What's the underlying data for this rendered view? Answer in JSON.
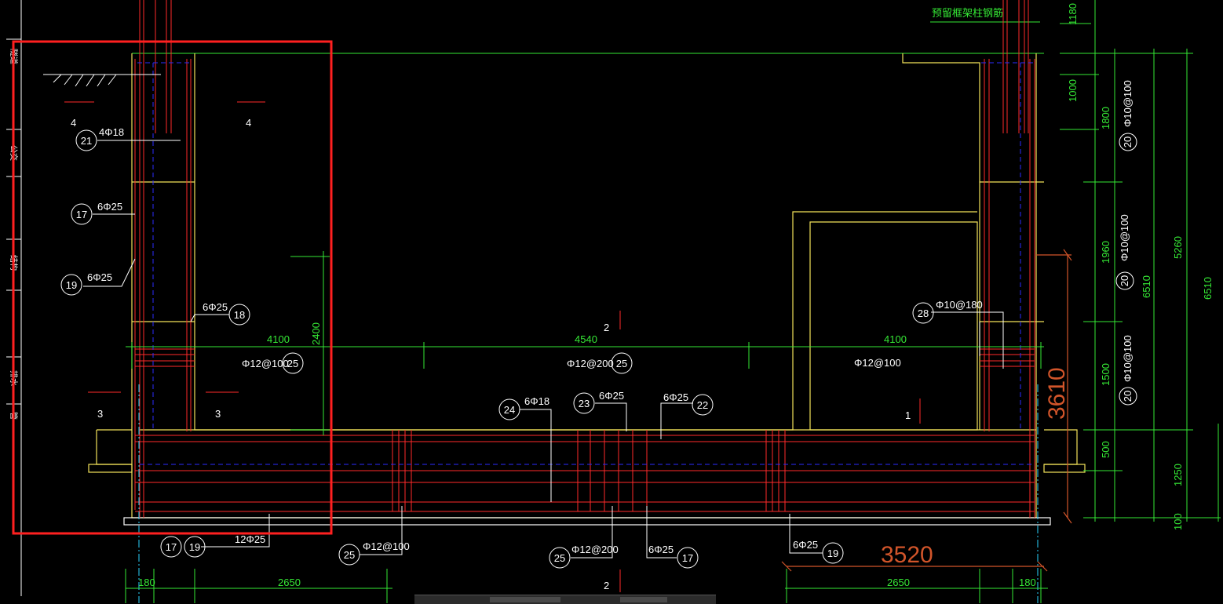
{
  "colors": {
    "rebar": "#ff2a2a",
    "dimension": "#35e835",
    "outline": "#f2e35a",
    "text": "#ffffff",
    "stirrup": "#2b2bff",
    "highlight": "#ff2020",
    "large_dim": "#d2552a"
  },
  "note_top": "预留框架柱钢筋",
  "left_vertical_labels": [
    "隧道",
    "公交",
    "结构",
    "排水",
    "管"
  ],
  "section_marks": {
    "m4a": "4",
    "m4b": "4",
    "m3a": "3",
    "m3b": "3",
    "m2a": "2",
    "m2b": "2",
    "m1": "1"
  },
  "callouts": {
    "c21": {
      "num": "21",
      "text": "4Φ18"
    },
    "c17": {
      "num": "17",
      "text": "6Φ25"
    },
    "c19": {
      "num": "19",
      "text": "6Φ25"
    },
    "c18": {
      "num": "18",
      "text": "6Φ25"
    },
    "c25a": {
      "num": "25",
      "text": "Φ12@100"
    },
    "c25b": {
      "num": "25",
      "text": "Φ12@200"
    },
    "c25r": {
      "text": "Φ12@100"
    },
    "c28": {
      "num": "28",
      "text": "Φ10@180"
    },
    "c24": {
      "num": "24",
      "text": "6Φ18"
    },
    "c23": {
      "num": "23",
      "text": "6Φ25"
    },
    "c22": {
      "num": "22",
      "text": "6Φ25"
    },
    "c20a": {
      "num": "20",
      "text": "Φ10@100"
    },
    "c20b": {
      "num": "20",
      "text": "Φ10@100"
    },
    "c20c": {
      "num": "20",
      "text": "Φ10@100"
    },
    "b1719": {
      "num1": "17",
      "num2": "19",
      "text": "12Φ25"
    },
    "b25a": {
      "num": "25",
      "text": "Φ12@100"
    },
    "b25b": {
      "num": "25",
      "text": "Φ12@200"
    },
    "b17": {
      "num": "17",
      "text": "6Φ25"
    },
    "b19": {
      "num": "19",
      "text": "6Φ25"
    }
  },
  "dimensions": {
    "d4100a": "4100",
    "d4540": "4540",
    "d4100b": "4100",
    "d2400": "2400",
    "d1180": "1180",
    "d1000": "1000",
    "d1800": "1800",
    "d1960": "1960",
    "d1500": "1500",
    "d500": "500",
    "d1250": "1250",
    "d100": "100",
    "d5260": "5260",
    "d6510a": "6510",
    "d6510b": "6510",
    "d180a": "180",
    "d2650a": "2650",
    "d2650b": "2650",
    "d180b": "180"
  },
  "large_dims": {
    "v3610": "3610",
    "h3520": "3520"
  }
}
